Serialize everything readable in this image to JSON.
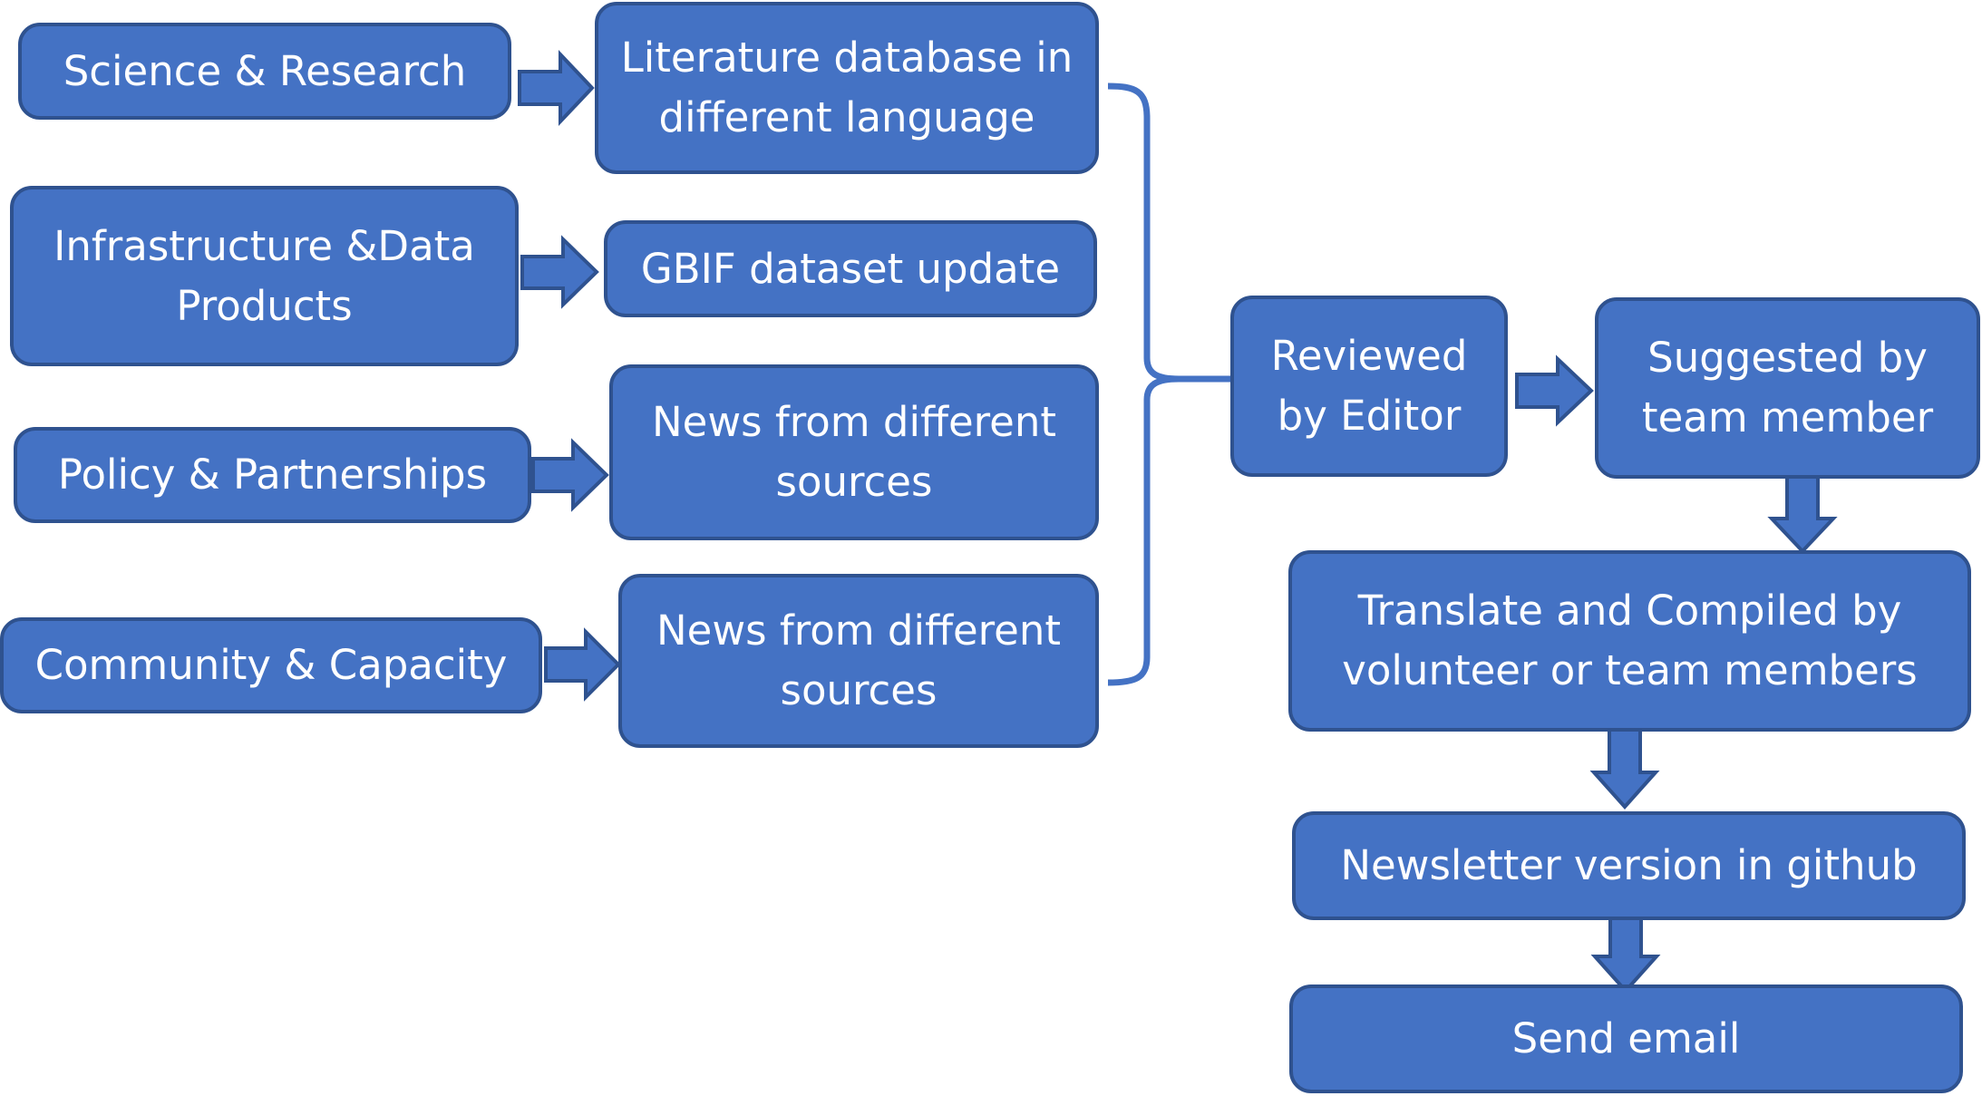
{
  "colors": {
    "box_fill": "#4472C4",
    "box_border": "#2F528F",
    "text": "#FFFFFF",
    "background": "#FFFFFF"
  },
  "categories": [
    {
      "id": "science",
      "label": "Science & Research"
    },
    {
      "id": "infrastructure",
      "label": "Infrastructure &Data Products"
    },
    {
      "id": "policy",
      "label": "Policy & Partnerships"
    },
    {
      "id": "community",
      "label": "Community & Capacity"
    }
  ],
  "sources": [
    {
      "id": "literature",
      "label": "Literature database in different language"
    },
    {
      "id": "gbif",
      "label": "GBIF dataset update"
    },
    {
      "id": "news1",
      "label": "News from different sources"
    },
    {
      "id": "news2",
      "label": "News from different sources"
    }
  ],
  "workflow": {
    "reviewed": "Reviewed by Editor",
    "suggested": "Suggested by team member",
    "translate": "Translate and Compiled by volunteer or team members",
    "newsletter": "Newsletter version in github",
    "send": "Send email"
  }
}
